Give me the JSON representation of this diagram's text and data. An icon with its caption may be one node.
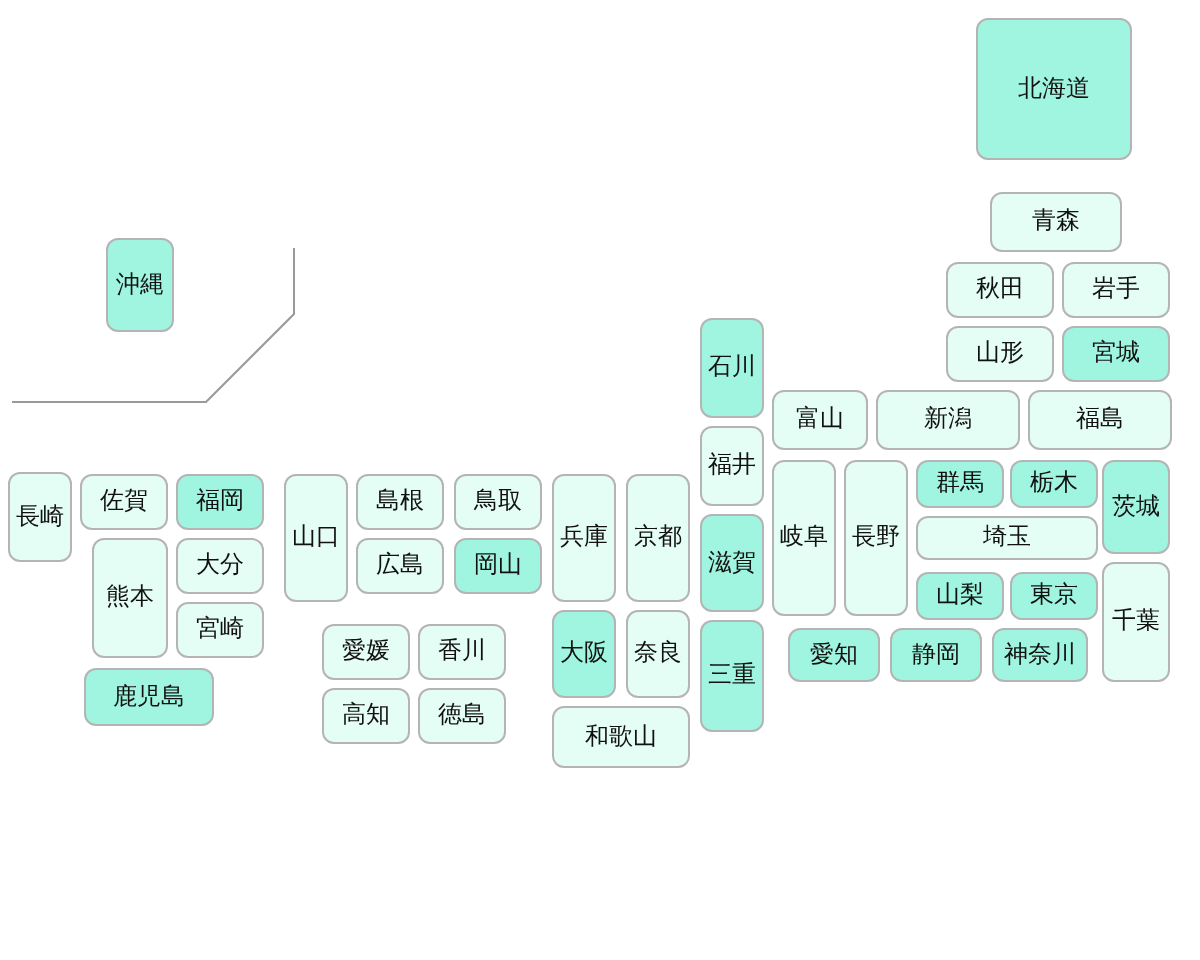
{
  "diagram": {
    "nodes": [
      {
        "text": [
          "北海道"
        ]
      },
      {
        "text": [
          "青森"
        ]
      },
      {
        "text": [
          "岩手"
        ]
      },
      {
        "text": [
          "宮城"
        ]
      },
      {
        "text": [
          "秋田"
        ]
      },
      {
        "text": [
          "山形"
        ]
      },
      {
        "text": [
          "福島"
        ]
      },
      {
        "text": [
          "茨城"
        ]
      },
      {
        "text": [
          "栃木"
        ]
      },
      {
        "text": [
          "群馬"
        ]
      },
      {
        "text": [
          "埼玉"
        ]
      },
      {
        "text": [
          "千葉"
        ]
      },
      {
        "text": [
          "東京"
        ]
      },
      {
        "text": [
          "神奈川"
        ]
      },
      {
        "text": [
          "新潟"
        ]
      },
      {
        "text": [
          "富山"
        ]
      },
      {
        "text": [
          "石川"
        ]
      },
      {
        "text": [
          "福井"
        ]
      },
      {
        "text": [
          "山梨"
        ]
      },
      {
        "text": [
          "長野"
        ]
      },
      {
        "text": [
          "岐阜"
        ]
      },
      {
        "text": [
          "静岡"
        ]
      },
      {
        "text": [
          "愛知"
        ]
      },
      {
        "text": [
          "三重"
        ]
      },
      {
        "text": [
          "滋賀"
        ]
      },
      {
        "text": [
          "京都"
        ]
      },
      {
        "text": [
          "大阪"
        ]
      },
      {
        "text": [
          "兵庫"
        ]
      },
      {
        "text": [
          "奈良"
        ]
      },
      {
        "text": [
          "和歌山"
        ]
      },
      {
        "text": [
          "鳥取"
        ]
      },
      {
        "text": [
          "島根"
        ]
      },
      {
        "text": [
          "岡山"
        ]
      },
      {
        "text": [
          "広島"
        ]
      },
      {
        "text": [
          "山口"
        ]
      },
      {
        "text": [
          "徳島"
        ]
      },
      {
        "text": [
          "香川"
        ]
      },
      {
        "text": [
          "愛媛"
        ]
      },
      {
        "text": [
          "高知"
        ]
      },
      {
        "text": [
          "福岡"
        ]
      },
      {
        "text": [
          "佐賀"
        ]
      },
      {
        "text": [
          "長崎"
        ]
      },
      {
        "text": [
          "熊本"
        ]
      },
      {
        "text": [
          "大分"
        ]
      },
      {
        "text": [
          "宮崎"
        ]
      },
      {
        "text": [
          "鹿児島"
        ]
      },
      {
        "text": [
          "沖縄"
        ]
      }
    ]
  }
}
